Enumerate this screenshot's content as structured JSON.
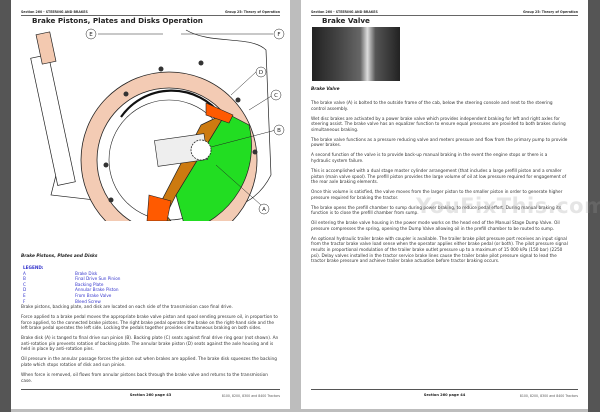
{
  "left_page": {
    "header_left": "Section 260 - STEERING AND BRAKES",
    "header_right": "Group 25: Theory of Operation",
    "title": "Brake Pistons, Plates and Disks Operation",
    "figure_callouts": [
      "A",
      "B",
      "C",
      "D",
      "E",
      "F"
    ],
    "caption": "Brake Pistons, Plates and Disks",
    "legend_title": "LEGEND:",
    "legend": [
      {
        "key": "A",
        "label": "Brake Disk"
      },
      {
        "key": "B",
        "label": "Final Drive Sun Pinion"
      },
      {
        "key": "C",
        "label": "Backing Plate"
      },
      {
        "key": "D",
        "label": "Annular Brake Piston"
      },
      {
        "key": "E",
        "label": "From Brake Valve"
      },
      {
        "key": "F",
        "label": "Bleed Screw"
      }
    ],
    "paragraphs": [
      "Brake pistons, backing plate, and disk are located on each side of the transmission case final drive.",
      "Force applied to a brake pedal moves the appropriate brake valve piston and spool sending pressure oil, in proportion to force applied, to the connected brake pistons. The right brake pedal operates the brake on the right-hand side and the left brake pedal operates the left side. Locking the pedals together provides simultaneous braking on both sides.",
      "Brake disk (A) is tanged to final drive sun pinion (B). Backing plate (C) seats against final drive ring gear (not shown). An anti-rotation pin prevents rotation of backing plate. The annular brake piston (D) seats against the axle housing and is held in place by anti-rotation pins.",
      "Oil pressure in the annular passage forces the piston out when brakes are applied. The brake disk squeezes the backing plate which stops rotation of disk and sun pinion.",
      "When force is removed, oil flows from annular pistons back through the brake valve and returns to the transmission case."
    ],
    "footer_page": "Section 260 page 43",
    "footer_right": "8100, 8200, 8300 and 8400 Tractors"
  },
  "right_page": {
    "header_left": "Section 260 - STEERING AND BRAKES",
    "header_right": "Group 25: Theory of Operation",
    "title": "Brake Valve",
    "caption": "Brake Valve",
    "paragraphs": [
      "The brake valve (A) is bolted to the outside frame of the cab, below the steering console and next to the steering control assembly.",
      "Wet disc brakes are activated by a power brake valve which provides independent braking for left and right axles for steering assist. The brake valve has an equalizer function to ensure equal pressures are provided to both brakes during simultaneous braking.",
      "The brake valve functions as a pressure reducing valve and meters pressure and flow from the primary pump to provide power brakes.",
      "A second function of the valve is to provide back-up manual braking in the event the engine stops or there is a hydraulic system failure.",
      "This is accomplished with a dual stage master cylinder arrangement (that includes a large prefill piston and a smaller piston (main valve spool). The prefill piston provides the large volume of oil at low pressure required for engagement of the rear axle braking elements.",
      "Once this volume is satisfied, the valve moves from the larger piston to the smaller piston in order to generate higher pressure required for braking the tractor.",
      "The brake opens the prefill chamber to sump during power braking, to reduce pedal effort. During manual braking its function is to close the prefill chamber from sump.",
      "Oil entering the brake valve housing in the power mode works on the head end of the Manual Stage Dump Valve. Oil pressure compresses the spring, opening the Dump Valve allowing oil in the prefill chamber to be routed to sump.",
      "An optional hydraulic trailer brake with coupler is available. The trailer brake pilot pressure port receives an input signal from the tractor brake valve load sense when the operator applies either brake pedal (or both). The pilot pressure signal results in proportional modulation of the trailer brake outlet pressure up to a maximum of 15 000 kPa (150 bar) (2250 psi). Delay valves installed in the tractor service brake lines cause the trailer brake pilot pressure signal to lead the tractor brake pressure and achieve trailer brake actuation before tractor braking occurs."
    ],
    "footer_page": "Section 260 page 44",
    "footer_right": "8100, 8200, 8300 and 8400 Tractors",
    "watermark": "YouFixThis.com"
  }
}
